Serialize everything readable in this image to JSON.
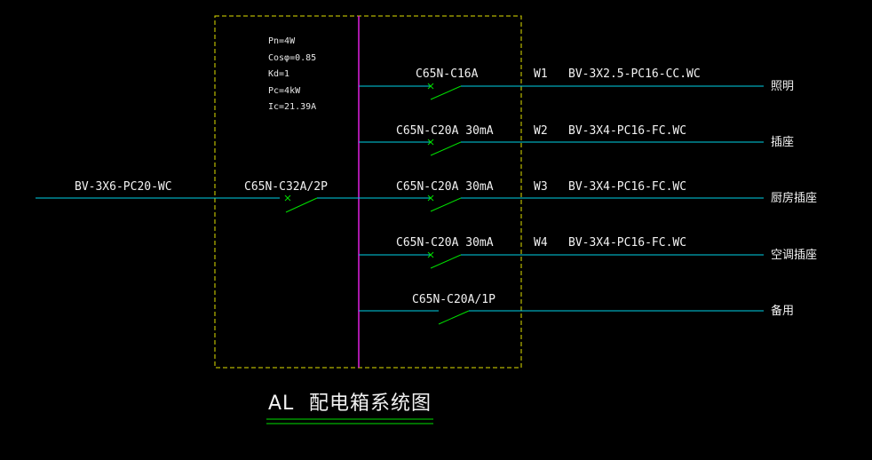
{
  "colors": {
    "background": "#000000",
    "wire": "#00d2e6",
    "breaker": "#00e000",
    "bus": "#e020e0",
    "box": "#e0e000",
    "text": "#f2f2f2",
    "title_underline": "#00e000"
  },
  "params": [
    "Pn=4W",
    "Cosφ=0.85",
    "Kd=1",
    "Pc=4kW",
    "Ic=21.39A"
  ],
  "incoming": {
    "cable": "BV-3X6-PC20-WC",
    "breaker": "C65N-C32A/2P"
  },
  "circuits": [
    {
      "breaker": "C65N-C16A",
      "id": "W1",
      "cable": "BV-3X2.5-PC16-CC.WC",
      "load": "照明"
    },
    {
      "breaker": "C65N-C20A 30mA",
      "id": "W2",
      "cable": "BV-3X4-PC16-FC.WC",
      "load": "插座"
    },
    {
      "breaker": "C65N-C20A 30mA",
      "id": "W3",
      "cable": "BV-3X4-PC16-FC.WC",
      "load": "厨房插座"
    },
    {
      "breaker": "C65N-C20A 30mA",
      "id": "W4",
      "cable": "BV-3X4-PC16-FC.WC",
      "load": "空调插座"
    },
    {
      "breaker": "C65N-C20A/1P",
      "id": "",
      "cable": "",
      "load": "备用"
    }
  ],
  "title": {
    "code": "AL",
    "name": "配电箱系统图"
  }
}
